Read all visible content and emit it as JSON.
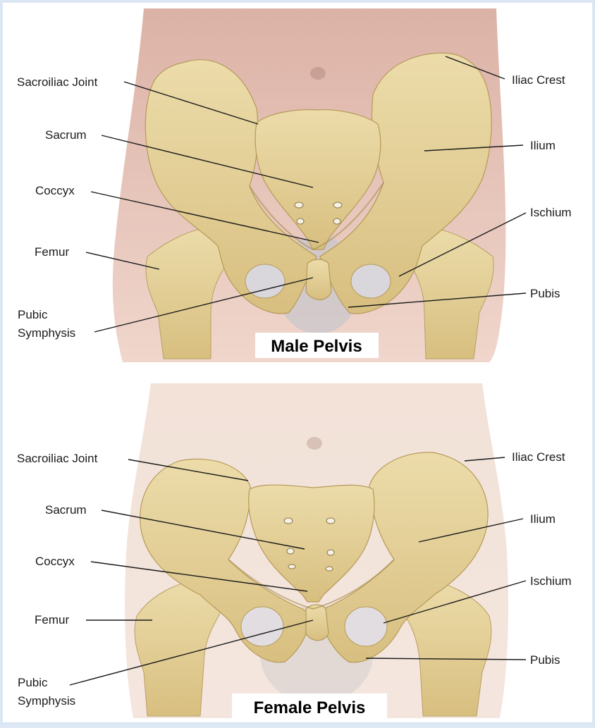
{
  "colors": {
    "male_skin": "#e7c0b6",
    "female_skin": "#f1ddd3",
    "bone": "#e3cf96",
    "bone_shadow": "#b89d5c",
    "frame": "#dbe6f4"
  },
  "male": {
    "caption": "Male Pelvis",
    "labels": {
      "sacroiliac_joint": "Sacroiliac Joint",
      "sacrum": "Sacrum",
      "coccyx": "Coccyx",
      "femur": "Femur",
      "pubic": "Pubic",
      "symphysis": "Symphysis",
      "iliac_crest": "Iliac Crest",
      "ilium": "Ilium",
      "ischium": "Ischium",
      "pubis": "Pubis"
    }
  },
  "female": {
    "caption": "Female Pelvis",
    "labels": {
      "sacroiliac_joint": "Sacroiliac Joint",
      "sacrum": "Sacrum",
      "coccyx": "Coccyx",
      "femur": "Femur",
      "pubic": "Pubic",
      "symphysis": "Symphysis",
      "iliac_crest": "Iliac Crest",
      "ilium": "Ilium",
      "ischium": "Ischium",
      "pubis": "Pubis"
    }
  }
}
